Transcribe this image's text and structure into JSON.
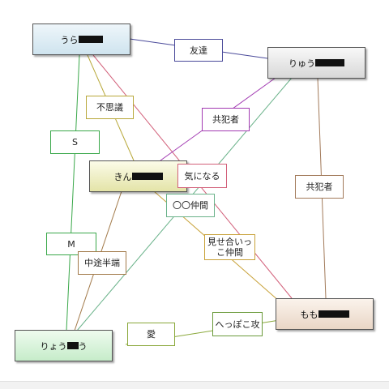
{
  "nodes": {
    "urara": {
      "label": "うら"
    },
    "ryuu": {
      "label": "りゅう"
    },
    "kin": {
      "label": "きん"
    },
    "momo": {
      "label": "もも"
    },
    "ryou": {
      "label": "りょう",
      "suffix": "う"
    }
  },
  "edges": {
    "friend": {
      "label": "友達",
      "color": "#4a4a9a"
    },
    "fushigi": {
      "label": "不思議",
      "color": "#b8a83a"
    },
    "s": {
      "label": "S",
      "color": "#3aa84a"
    },
    "m": {
      "label": "M",
      "color": "#3aa84a"
    },
    "accomplice1": {
      "label": "共犯者",
      "color": "#a23ab2"
    },
    "kininaru": {
      "label": "気になる",
      "color": "#d2607a"
    },
    "oonakama": {
      "label": "〇〇仲間",
      "color": "#6ab28a"
    },
    "accomplice2": {
      "label": "共犯者",
      "color": "#a27a5a"
    },
    "miseai": {
      "label": "見せ合いっ\nこ仲間",
      "color": "#c8a23a"
    },
    "chuuto": {
      "label": "中途半端",
      "color": "#a27a4a"
    },
    "ai": {
      "label": "愛",
      "color": "#8aa83a"
    },
    "hetare": {
      "label": "へっぽこ攻",
      "color": "#6a9a3a"
    }
  }
}
